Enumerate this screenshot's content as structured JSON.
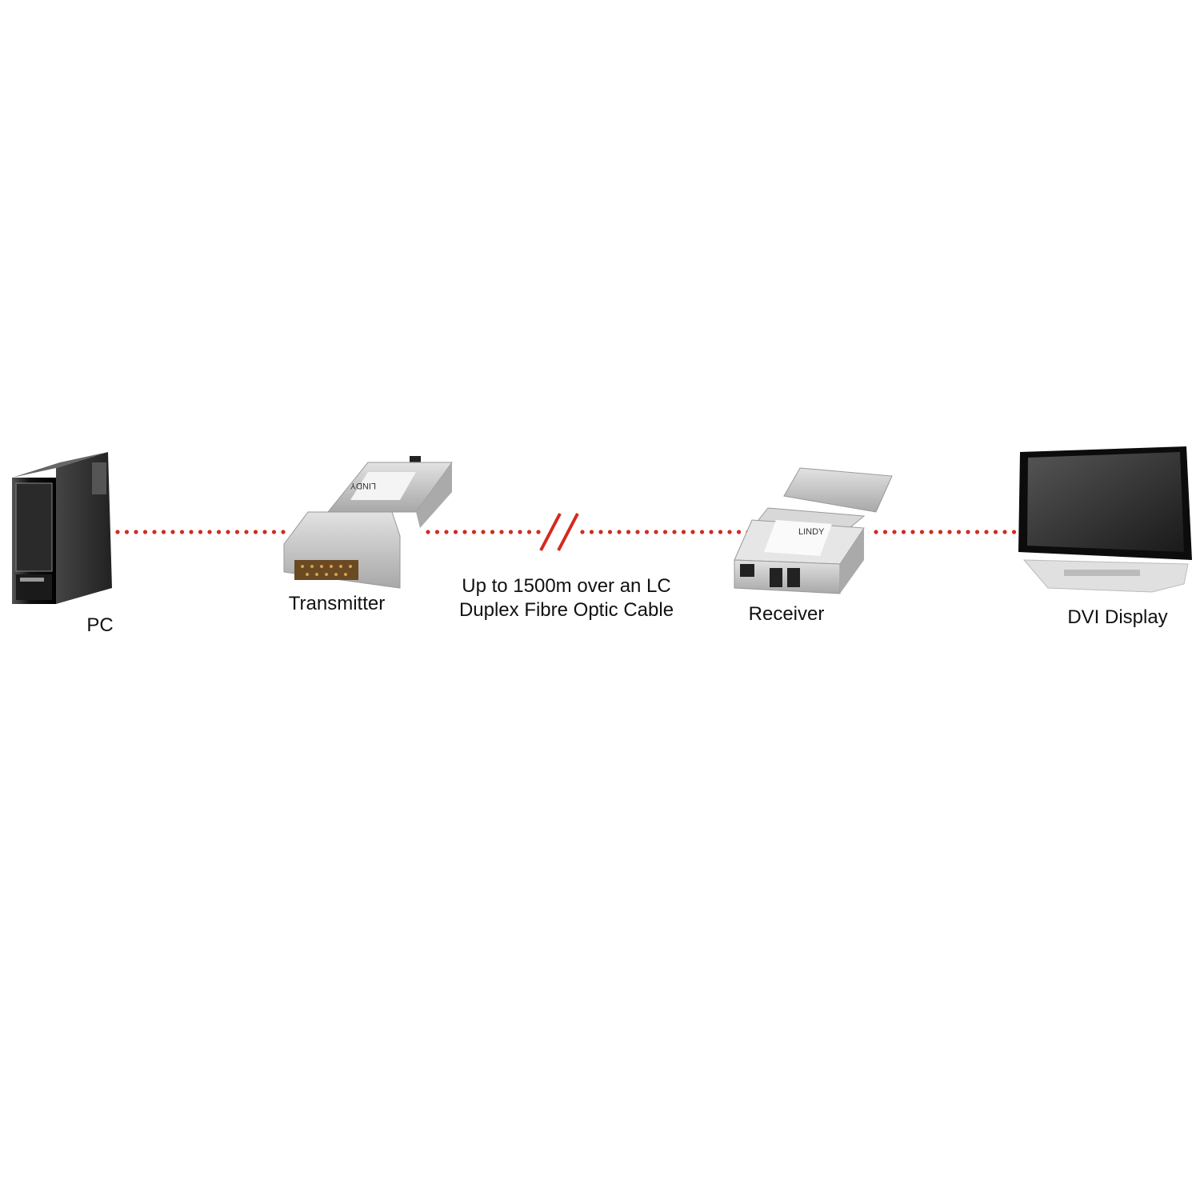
{
  "diagram": {
    "nodes": [
      {
        "id": "pc",
        "label": "PC",
        "icon": "desktop-tower-icon"
      },
      {
        "id": "transmitter",
        "label": "Transmitter",
        "icon": "dvi-transmitter-icon",
        "logo_text": "LINDY"
      },
      {
        "id": "receiver",
        "label": "Receiver",
        "icon": "dvi-receiver-icon",
        "logo_text": "LINDY"
      },
      {
        "id": "display",
        "label": "DVI Display",
        "icon": "flat-monitor-icon"
      }
    ],
    "link": {
      "caption_line1": "Up to 1500m over an LC",
      "caption_line2": "Duplex Fibre Optic Cable",
      "style": "dotted",
      "color": "#d42a1e",
      "break_marker": "double-slash"
    }
  }
}
